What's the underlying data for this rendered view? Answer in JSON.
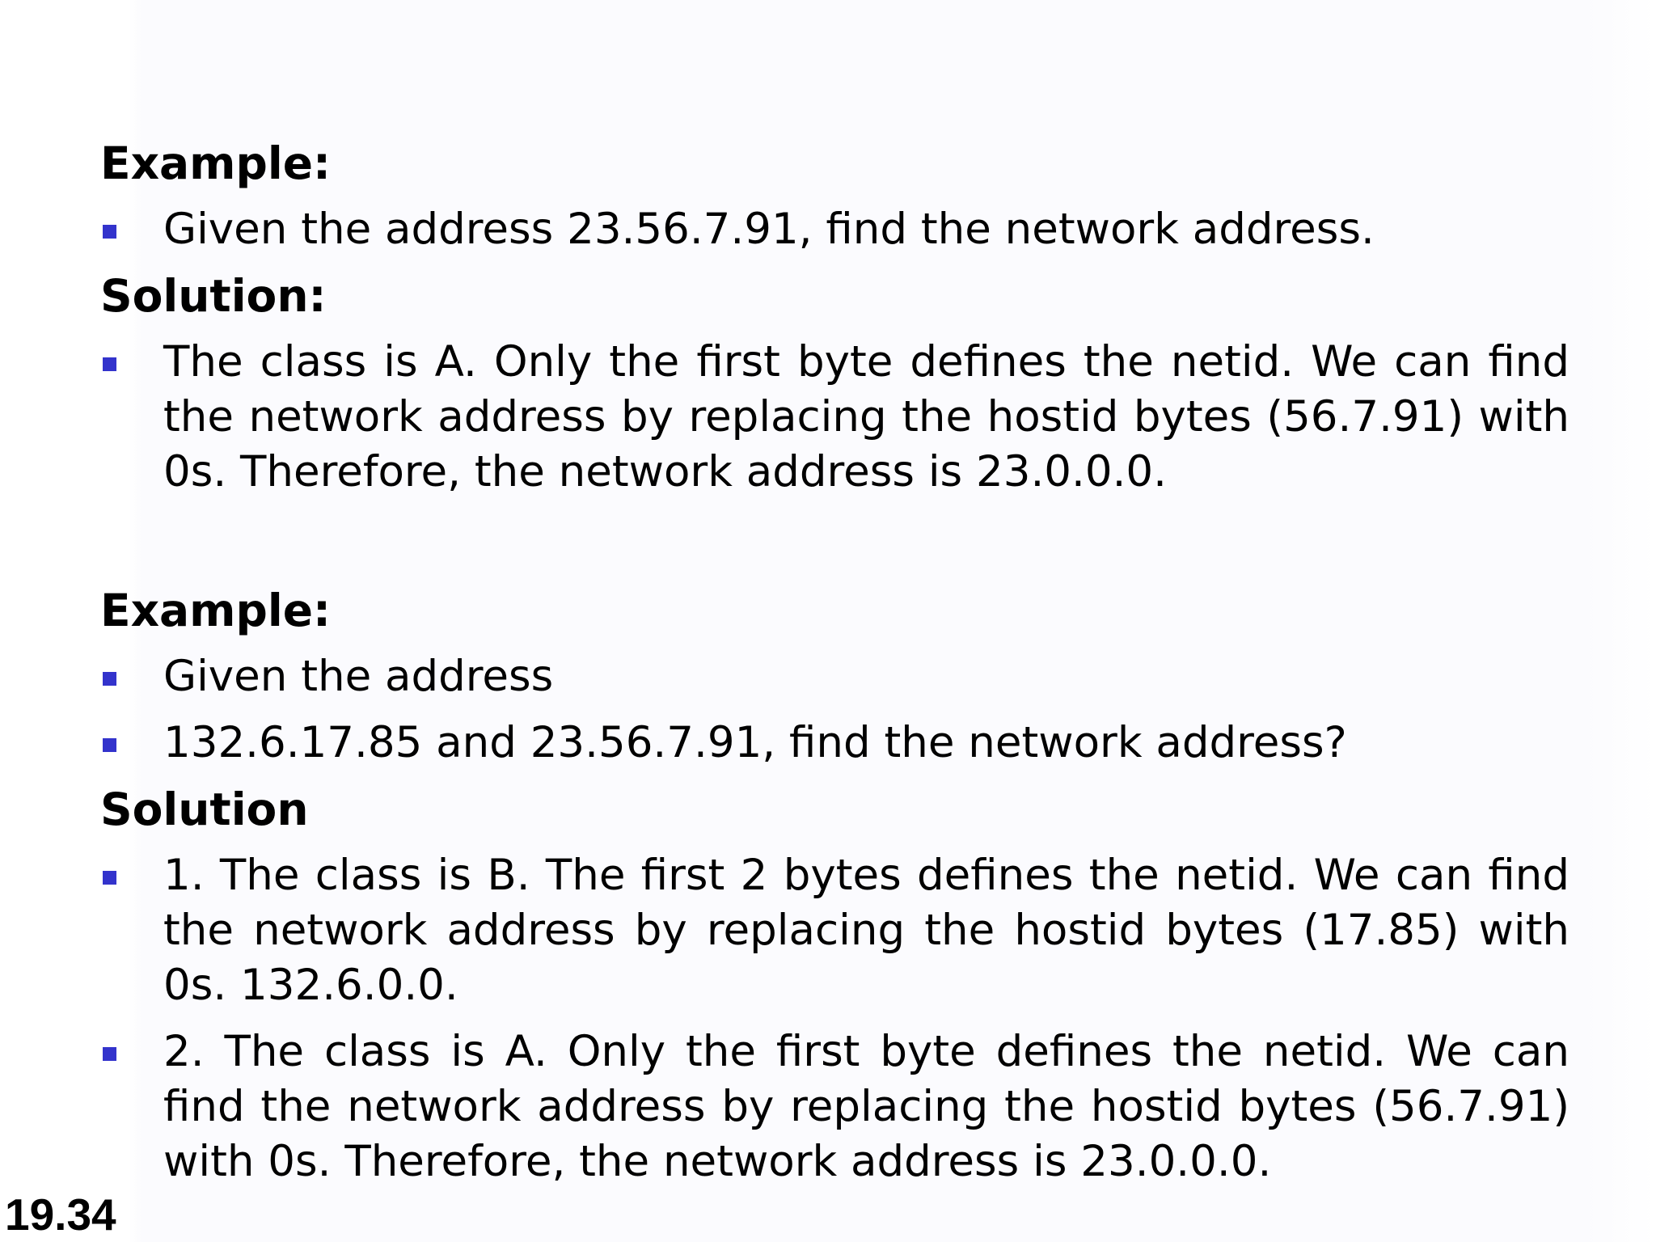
{
  "example1": {
    "heading": "Example:",
    "question": "Given the address 23.56.7.91, find the network address.",
    "solution_heading": "Solution:",
    "solution": "The class is A. Only the first byte defines the netid. We can find the network address by replacing the hostid bytes (56.7.91) with 0s. Therefore, the network address is 23.0.0.0."
  },
  "example2": {
    "heading": "Example:",
    "question_1": "Given the address",
    "question_2": "132.6.17.85 and 23.56.7.91, find the network address?",
    "solution_heading": "Solution",
    "solution_1": "1. The class is B. The first 2 bytes defines the netid. We can find the network address by replacing the hostid bytes (17.85) with 0s. 132.6.0.0.",
    "solution_2": "2. The class is A. Only the first byte defines the netid. We can find the network address by replacing the hostid bytes (56.7.91) with 0s. Therefore, the network address is 23.0.0.0."
  },
  "slide_number": "19.34",
  "colors": {
    "bullet": "#3333cc",
    "text": "#000000",
    "background": "#ffffff"
  }
}
